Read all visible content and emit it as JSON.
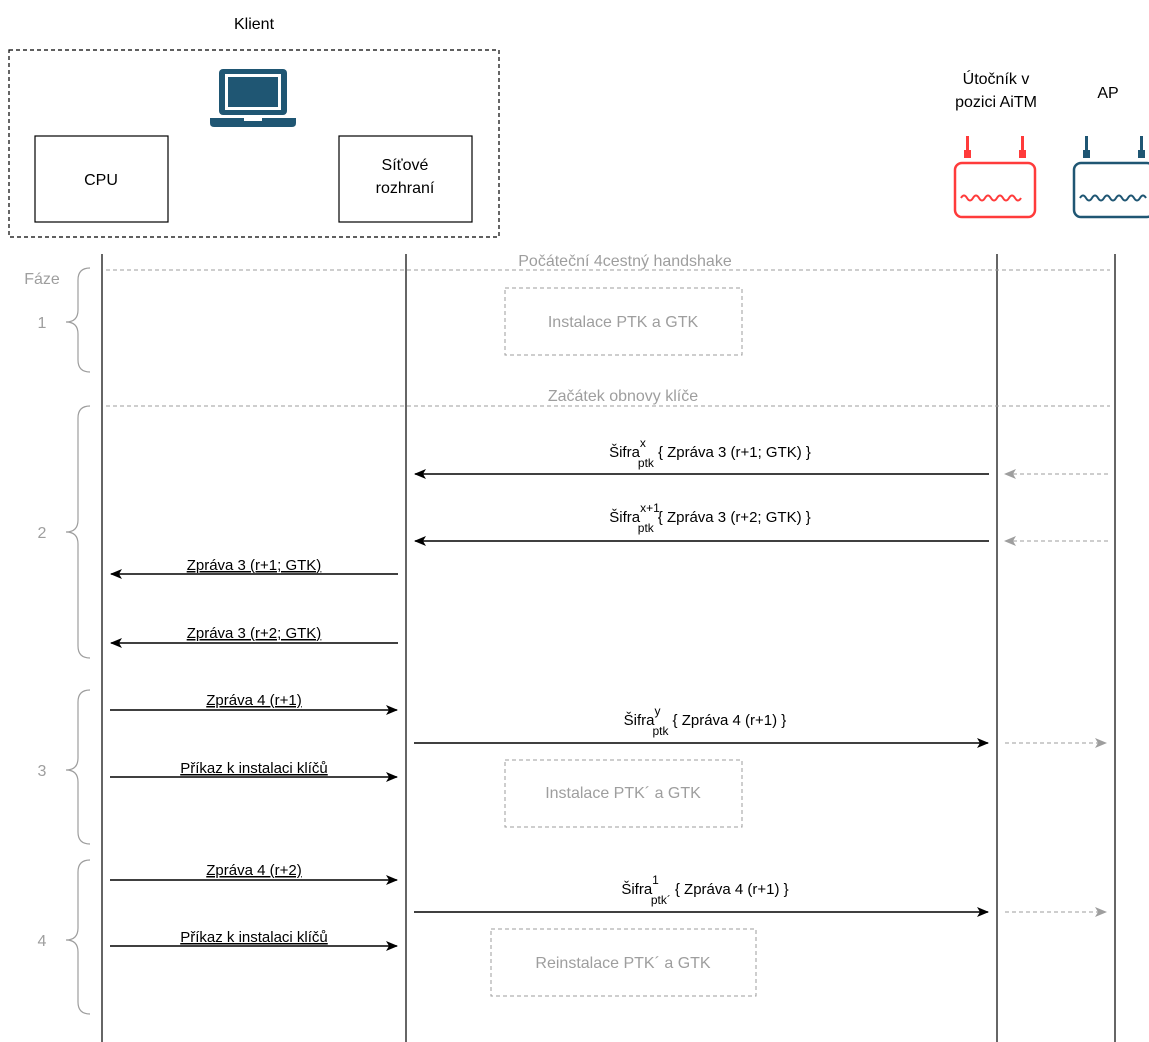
{
  "client": {
    "title": "Klient",
    "cpu": "CPU",
    "nic_line1": "Síťové",
    "nic_line2": "rozhraní"
  },
  "attacker": {
    "line1": "Útočník v",
    "line2": "pozici AiTM"
  },
  "ap": {
    "label": "AP"
  },
  "phase_title": "Fáze",
  "phases": [
    "1",
    "2",
    "3",
    "4"
  ],
  "separators": {
    "initial": "Počáteční 4cestný handshake",
    "rekey": "Začátek obnovy klíče"
  },
  "boxes": {
    "install1": "Instalace PTK a GTK",
    "install2": "Instalace PTK´ a GTK",
    "reinstall": "Reinstalace PTK´ a GTK"
  },
  "messages": {
    "m1": {
      "base": "Šifra",
      "sup": "x",
      "sub": "ptk",
      "rest": "{ Zpráva 3 (r+1; GTK) }"
    },
    "m2": {
      "base": "Šifra",
      "sup": "x+1",
      "sub": "ptk",
      "rest": "{ Zpráva 3 (r+2; GTK) }"
    },
    "m3": "Zpráva 3 (r+1; GTK)",
    "m4": "Zpráva 3 (r+2; GTK)",
    "m5": "Zpráva 4 (r+1)",
    "m6": {
      "base": "Šifra",
      "sup": "y",
      "sub": "ptk",
      "rest": "{ Zpráva 4 (r+1) }"
    },
    "m7": "Příkaz k instalaci klíčů",
    "m8": "Zpráva 4 (r+2)",
    "m9": {
      "base": "Šifra",
      "sup": "1",
      "sub": "ptk´",
      "rest": "{ Zpráva 4 (r+1) }"
    },
    "m10": "Příkaz k instalaci klíčů"
  },
  "colors": {
    "attacker": "#ff3b3b",
    "ap": "#1f5673",
    "laptop": "#1f5673",
    "gray": "#9e9e9e"
  }
}
